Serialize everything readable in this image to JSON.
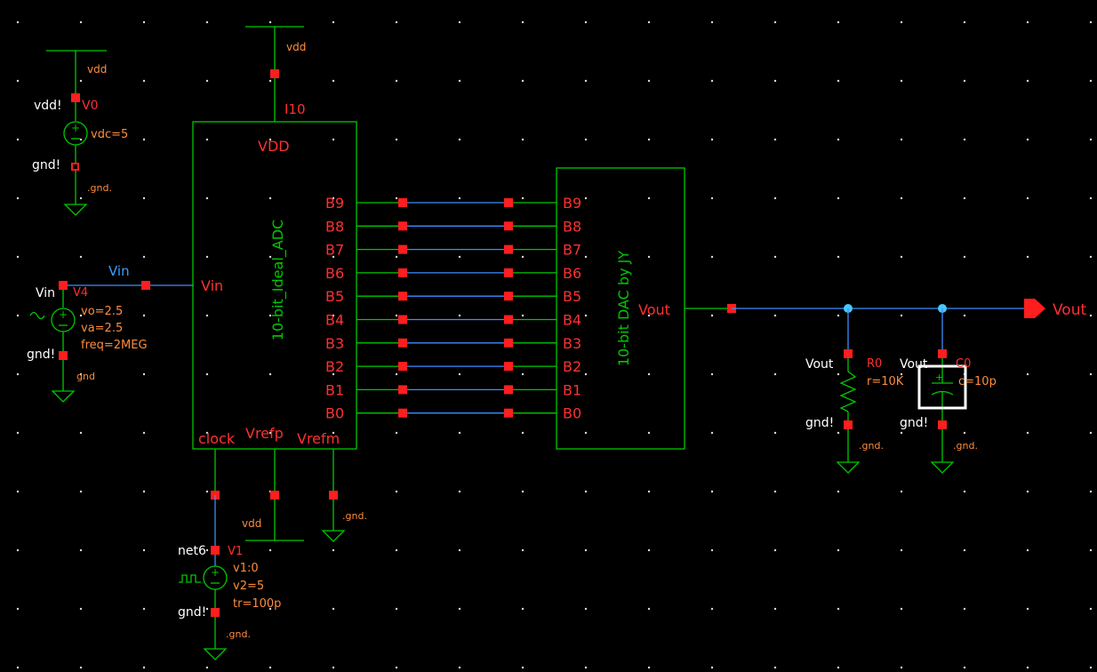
{
  "colors": {
    "background": "#000000",
    "wire": "#00c800",
    "net_wire": "#3c8cff",
    "pin": "#ff1e1e",
    "instance_label": "#ff3030",
    "parameter": "#ff8c3c",
    "net_label": "#ffffff",
    "symbol_text": "#00c800",
    "selection": "#ffffff"
  },
  "supply_v0": {
    "net_top": "vdd",
    "pin_top": "vdd!",
    "instance": "V0",
    "param": "vdc=5",
    "pin_bottom": "gnd!",
    "net_bottom": "gnd"
  },
  "source_v4": {
    "pin_top": "Vin",
    "instance": "V4",
    "params": [
      "vo=2.5",
      "va=2.5",
      "freq=2MEG"
    ],
    "pin_bottom": "gnd!",
    "net_bottom": "gnd",
    "wire_label": "Vin"
  },
  "source_v1": {
    "pin_top": "net6",
    "instance": "V1",
    "params": [
      "v1:0",
      "v2=5",
      "tr=100p"
    ],
    "pin_bottom": "gnd!",
    "net_bottom": "gnd"
  },
  "adc": {
    "instance": "I10",
    "name": "10-bit_Ideal_ADC",
    "top_pin": "VDD",
    "input_pin": "Vin",
    "bottom_pins": [
      "clock",
      "Vrefp",
      "Vrefm"
    ],
    "supply_net": "vdd",
    "vrefp_net": "vdd",
    "vrefm_net": "gnd"
  },
  "bits": [
    "B9",
    "B8",
    "B7",
    "B6",
    "B5",
    "B4",
    "B3",
    "B2",
    "B1",
    "B0"
  ],
  "dac": {
    "name": "10-bit DAC by JY",
    "output_pin": "Vout"
  },
  "resistor_r0": {
    "pin_top": "Vout",
    "instance": "R0",
    "param": "r=10K",
    "pin_bottom": "gnd!",
    "net_bottom": "gnd"
  },
  "capacitor_c0": {
    "pin_top": "Vout",
    "instance": "C0",
    "param": "c=10p",
    "pin_bottom": "gnd!",
    "net_bottom": "gnd"
  },
  "output_pin": {
    "label": "Vout"
  }
}
